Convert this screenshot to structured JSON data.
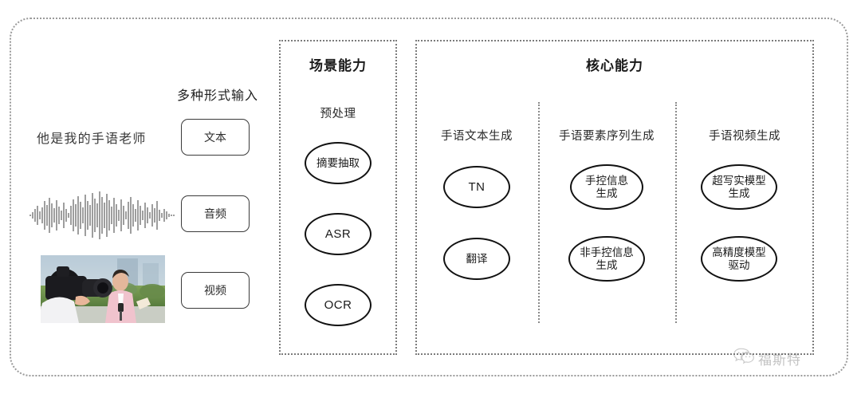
{
  "diagram": {
    "input_section": {
      "label": "多种形式输入",
      "samples": [
        {
          "name": "text-sample",
          "value": "他是我的手语老师"
        },
        {
          "name": "audio-sample",
          "value": "audio-waveform"
        },
        {
          "name": "video-sample",
          "value": "video-thumbnail"
        }
      ],
      "mode_buttons": [
        {
          "label": "文本"
        },
        {
          "label": "音频"
        },
        {
          "label": "视频"
        }
      ]
    },
    "scene_panel": {
      "title": "场景能力",
      "subtitle": "预处理",
      "nodes": [
        {
          "label": "摘要抽取",
          "script": "han"
        },
        {
          "label": "ASR",
          "script": "latin"
        },
        {
          "label": "OCR",
          "script": "latin"
        }
      ]
    },
    "core_panel": {
      "title": "核心能力",
      "columns": [
        {
          "heading": "手语文本生成",
          "nodes": [
            {
              "label": "TN",
              "script": "latin"
            },
            {
              "label": "翻译",
              "script": "han"
            }
          ]
        },
        {
          "heading": "手语要素序列生成",
          "nodes": [
            {
              "label": "手控信息\n生成",
              "script": "han"
            },
            {
              "label": "非手控信息\n生成",
              "script": "han"
            }
          ]
        },
        {
          "heading": "手语视频生成",
          "nodes": [
            {
              "label": "超写实模型\n生成",
              "script": "han"
            },
            {
              "label": "高精度模型\n驱动",
              "script": "han"
            }
          ]
        }
      ]
    },
    "watermark": {
      "icon": "wechat-icon",
      "text": "福斯特"
    },
    "colors": {
      "frame": "#9a9a9a",
      "panel_border": "#7b7b7b",
      "node_stroke": "#111111",
      "text": "#2b2b2b"
    }
  }
}
